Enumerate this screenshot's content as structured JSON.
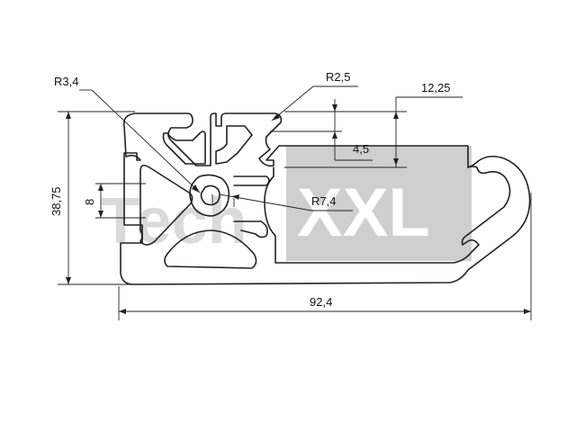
{
  "watermark": {
    "prefix": "Tech",
    "highlight": "XXL",
    "colors": {
      "light": "#d9d9d9",
      "box": "#cfcfcf",
      "box_text": "#ffffff"
    }
  },
  "dimensions": {
    "radius_small": "R3,4",
    "radius_slot": "R2,5",
    "offset_top": "12,25",
    "slot_width": "4,5",
    "height": "38,75",
    "groove": "8",
    "radius_core": "R7,4",
    "length": "92,4"
  },
  "colors": {
    "line": "#222222",
    "background": "#ffffff"
  }
}
